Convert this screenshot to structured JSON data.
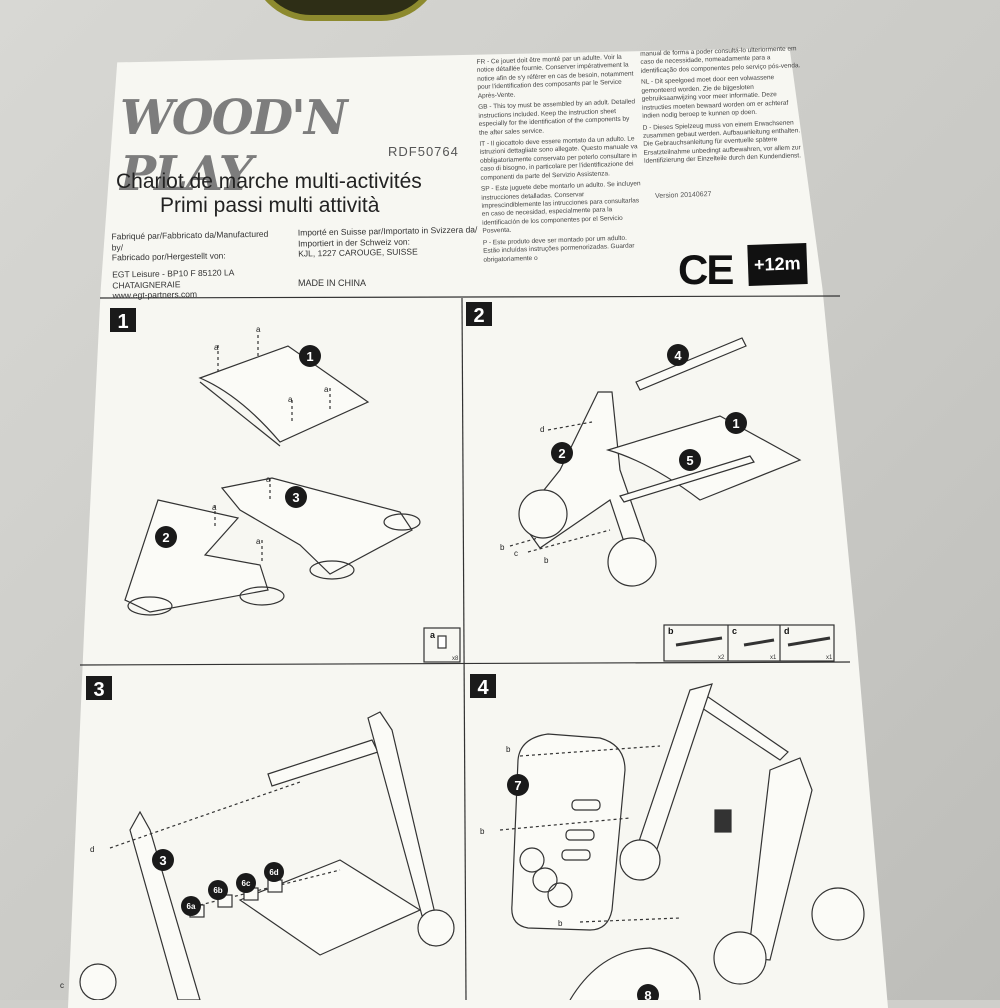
{
  "brand": {
    "logo": "WOOD'N PLAY"
  },
  "product": {
    "ref": "RDF50764",
    "title_fr": "Chariot de marche multi-activités",
    "title_it": "Primi passi multi attività"
  },
  "manufacturer": {
    "label_lines": [
      "Fabriqué par/Fabbricato da/Manufactured by/",
      "Fabricado por/Hergestellt von:"
    ],
    "name": "EGT Leisure - BP10 F 85120 LA CHATAIGNERAIE",
    "web": "www.egt-partners.com"
  },
  "importer": {
    "label_lines": [
      "Importé en Suisse par/Importato in Svizzera da/",
      "Importiert in der Schweiz von:"
    ],
    "name": "KJL, 1227 CAROUGE, SUISSE",
    "origin": "MADE IN CHINA"
  },
  "warnings": {
    "col1": [
      "FR - Ce jouet doit être monté par un adulte. Voir la notice détaillée fournie. Conserver impérativement la notice afin de s'y référer en cas de besoin, notamment pour l'identification des composants par le Service Après-Vente.",
      "GB - This toy must be assembled by an adult. Detailed instructions included. Keep the instruction sheet especially for the identification of the components by the after sales service.",
      "IT - Il giocattolo deve essere montato da un adulto. Le istruzioni dettagliate sono allegate. Questo manuale va obbligatoriamente conservato per poterlo consultare in caso di bisogno, in particolare per l'identificazione dei componenti da parte del Servizio Assistenza.",
      "SP - Este juguete debe montarlo un adulto. Se incluyen instrucciones detalladas. Conservar imprescindiblemente las intrucciones para consultarlas en caso de necesidad, especialmente para la identificación de los componentes por el Servicio Posventa.",
      "P - Este produto deve ser montado por um adulto. Estão incluídas instruções pormenorizadas. Guardar obrigatoriamente o"
    ],
    "col2": [
      "manual de forma a poder consultá-lo ulteriormente em caso de necessidade, nomeadamente para a identificação dos componentes pelo serviço pós-venda.",
      "NL - Dit speelgoed moet door een volwassene gemonteerd worden. Zie de bijgesloten gebruiksaanwijzing voor meer informatie. Deze instructies moeten bewaard worden om er achteraf indien nodig beroep te kunnen op doen.",
      "D - Dieses Spielzeug muss von einem Erwachsenen zusammen gebaut werden. Aufbauanleitung enthalten. Die Gebrauchsanleitung für eventuelle spätere Ersatzteilnahme unbedingt aufbewahren, vor allem zur Identifizierung der Einzelteile durch den Kundendienst."
    ],
    "version": "Version 20140627"
  },
  "marks": {
    "ce": "CE",
    "age": "+12m"
  },
  "steps": [
    {
      "number": "1",
      "parts": [
        "1",
        "2",
        "3"
      ],
      "hardware": [
        {
          "letter": "a",
          "qty": "x8"
        }
      ]
    },
    {
      "number": "2",
      "parts": [
        "4",
        "1",
        "2",
        "5"
      ],
      "hardware": [
        {
          "letter": "b",
          "qty": "x2"
        },
        {
          "letter": "c",
          "qty": "x1"
        },
        {
          "letter": "d",
          "qty": "x1"
        }
      ]
    },
    {
      "number": "3",
      "parts": [
        "3",
        "6a",
        "6b",
        "6c",
        "6d"
      ]
    },
    {
      "number": "4",
      "parts": [
        "7",
        "8"
      ]
    }
  ],
  "labels": {
    "a": "a",
    "b": "b",
    "c": "c",
    "d": "d"
  }
}
